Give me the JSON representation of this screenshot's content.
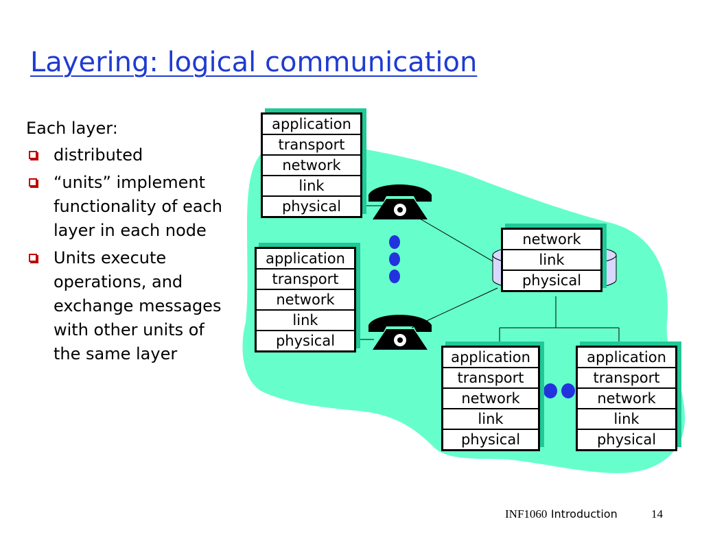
{
  "title": "Layering: logical communication",
  "bullets": {
    "intro": "Each layer:",
    "items": [
      "distributed",
      "“units” implement functionality of each layer in each node",
      "Units execute operations, and exchange messages with other units of the same layer"
    ]
  },
  "stacks": {
    "host_top": [
      "application",
      "transport",
      "network",
      "link",
      "physical"
    ],
    "host_left": [
      "application",
      "transport",
      "network",
      "link",
      "physical"
    ],
    "router": [
      "network",
      "link",
      "physical"
    ],
    "host_bottom_mid": [
      "application",
      "transport",
      "network",
      "link",
      "physical"
    ],
    "host_bottom_right": [
      "application",
      "transport",
      "network",
      "link",
      "physical"
    ]
  },
  "colors": {
    "title": "#1f3bd1",
    "cloud": "#66ffcc",
    "stack_shadow": "#20c997",
    "dots": "#2233dd",
    "router_body": "#d8d8ff",
    "bullet_mark": "#c00000"
  },
  "icons": [
    "telephone-icon",
    "router-icon",
    "ellipsis-dots-icon"
  ],
  "footer": {
    "course": "INF1060",
    "topic": "Introduction",
    "page": "14"
  }
}
